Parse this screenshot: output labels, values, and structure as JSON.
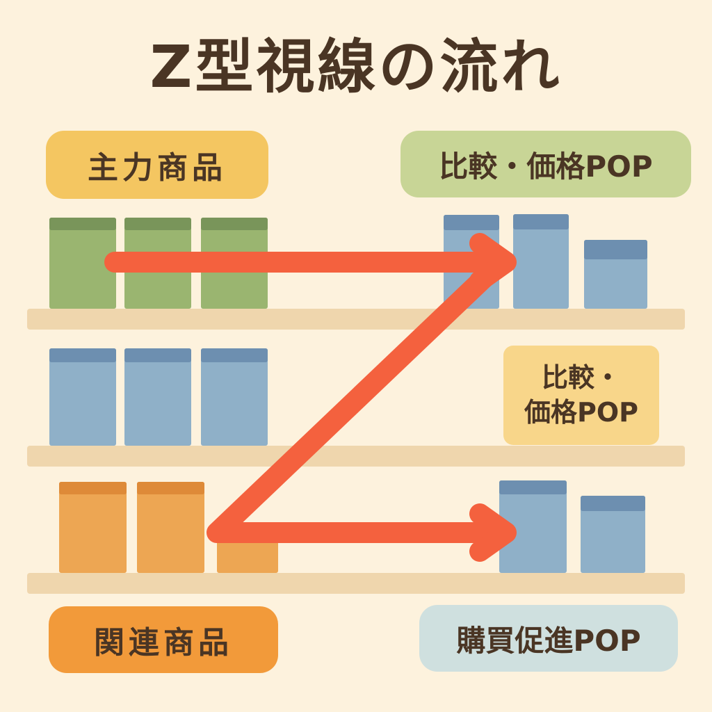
{
  "title": "Z型視線の流れ",
  "labels": {
    "main_product": "主力商品",
    "compare_price_top": "比較・価格POP",
    "compare_price_mid_line1": "比較・",
    "compare_price_mid_line2": "価格POP",
    "related_product": "関連商品",
    "purchase_promo": "購買促進POP"
  },
  "colors": {
    "background": "#fdf2dd",
    "shelf": "#efd6ad",
    "arrow": "#f4613e",
    "green_product": "#9ab570",
    "blue_product": "#8fb0c8",
    "orange_product": "#eda653",
    "text": "#4a3524"
  }
}
